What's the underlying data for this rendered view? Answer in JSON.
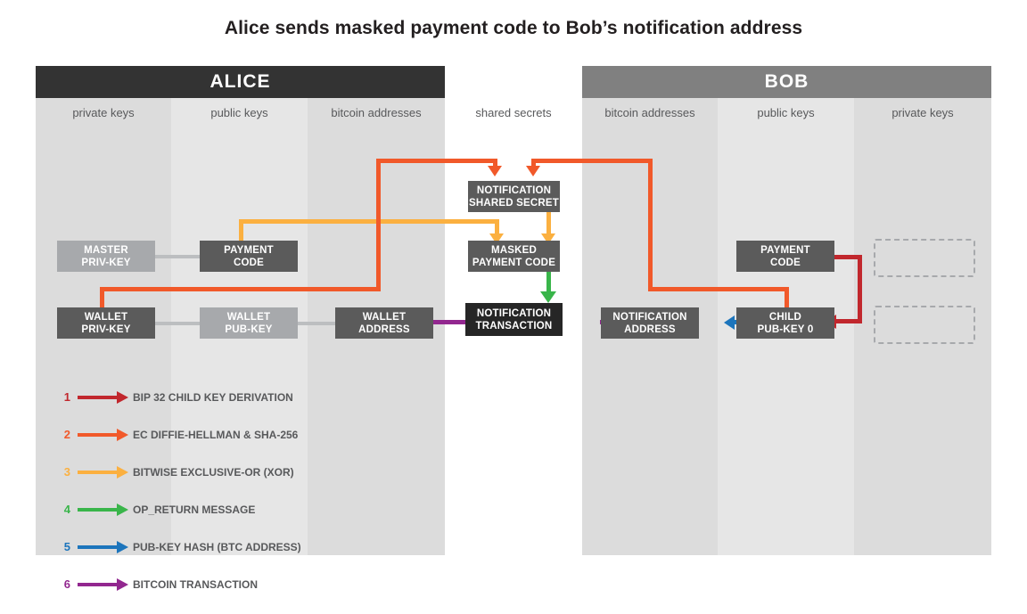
{
  "title": "Alice sends masked payment code to Bob’s notification address",
  "parties": [
    {
      "name": "ALICE",
      "label": "ALICE",
      "color": "#333333"
    },
    {
      "name": "BOB",
      "label": "BOB",
      "color": "#808080"
    }
  ],
  "columns": [
    {
      "key": "alice-private-keys",
      "caption": "private keys",
      "shade": "#dcdcdc"
    },
    {
      "key": "alice-public-keys",
      "caption": "public keys",
      "shade": "#e6e6e6"
    },
    {
      "key": "alice-bitcoin-addresses",
      "caption": "bitcoin addresses",
      "shade": "#dcdcdc"
    },
    {
      "key": "shared-secrets",
      "caption": "shared secrets",
      "shade": "#ffffff"
    },
    {
      "key": "bob-bitcoin-addresses",
      "caption": "bitcoin addresses",
      "shade": "#dcdcdc"
    },
    {
      "key": "bob-public-keys",
      "caption": "public keys",
      "shade": "#e6e6e6"
    },
    {
      "key": "bob-private-keys",
      "caption": "private keys",
      "shade": "#dcdcdc"
    }
  ],
  "nodes": [
    {
      "key": "alice-master-priv-key",
      "line1": "MASTER",
      "line2": "PRIV-KEY",
      "style": "light"
    },
    {
      "key": "alice-payment-code",
      "line1": "PAYMENT",
      "line2": "CODE",
      "style": "mid"
    },
    {
      "key": "alice-wallet-priv-key",
      "line1": "WALLET",
      "line2": "PRIV-KEY",
      "style": "mid"
    },
    {
      "key": "alice-wallet-pub-key",
      "line1": "WALLET",
      "line2": "PUB-KEY",
      "style": "light"
    },
    {
      "key": "alice-wallet-address",
      "line1": "WALLET",
      "line2": "ADDRESS",
      "style": "mid"
    },
    {
      "key": "notification-shared-secret",
      "line1": "NOTIFICATION",
      "line2": "SHARED SECRET",
      "style": "mid"
    },
    {
      "key": "masked-payment-code",
      "line1": "MASKED",
      "line2": "PAYMENT CODE",
      "style": "mid"
    },
    {
      "key": "notification-transaction",
      "line1": "NOTIFICATION",
      "line2": "TRANSACTION",
      "style": "dark"
    },
    {
      "key": "bob-notification-address",
      "line1": "NOTIFICATION",
      "line2": "ADDRESS",
      "style": "mid"
    },
    {
      "key": "bob-payment-code",
      "line1": "PAYMENT",
      "line2": "CODE",
      "style": "mid"
    },
    {
      "key": "bob-child-pub-key-0",
      "line1": "CHILD",
      "line2": "PUB-KEY  0",
      "style": "mid"
    },
    {
      "key": "bob-ghost-upper",
      "line1": "",
      "line2": "",
      "style": "ghost"
    },
    {
      "key": "bob-ghost-lower",
      "line1": "",
      "line2": "",
      "style": "ghost"
    }
  ],
  "legend": [
    {
      "num": "1",
      "label": "BIP 32 CHILD KEY DERIVATION",
      "color": "#c1272d"
    },
    {
      "num": "2",
      "label": "EC DIFFIE-HELLMAN & SHA-256",
      "color": "#f1592a"
    },
    {
      "num": "3",
      "label": "BITWISE EXCLUSIVE-OR (XOR)",
      "color": "#fbb040"
    },
    {
      "num": "4",
      "label": "OP_RETURN MESSAGE",
      "color": "#39b54a"
    },
    {
      "num": "5",
      "label": "PUB-KEY HASH (BTC ADDRESS)",
      "color": "#1c75bc"
    },
    {
      "num": "6",
      "label": "BITCOIN TRANSACTION",
      "color": "#92278f"
    }
  ],
  "colors": {
    "red": "#c1272d",
    "orange": "#f1592a",
    "yellow": "#fbb040",
    "green": "#39b54a",
    "blue": "#1c75bc",
    "purple": "#92278f",
    "grey_link": "#bcbec0",
    "box_light": "#a7a9ac",
    "box_mid": "#5b5b5b",
    "box_dark": "#262626",
    "text_grey": "#58595b"
  }
}
